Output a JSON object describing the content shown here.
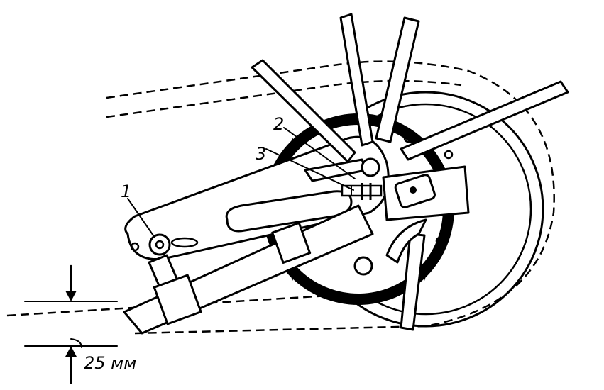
{
  "callouts": [
    {
      "id": "1",
      "label": "1"
    },
    {
      "id": "2",
      "label": "2"
    },
    {
      "id": "3",
      "label": "3"
    }
  ],
  "dimension": {
    "label": "25 мм"
  }
}
